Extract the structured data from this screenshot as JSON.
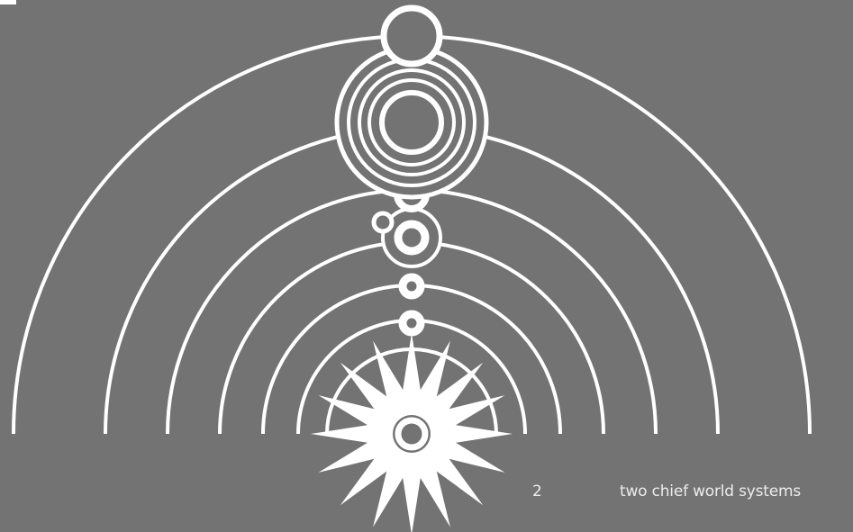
{
  "slide": {
    "page_number": "2",
    "title": "two chief world systems",
    "colors": {
      "background": "#737373",
      "foreground": "#ffffff"
    }
  },
  "illustration": {
    "description_icons": [
      "sun-icon",
      "planet-icon",
      "moon-icon",
      "saturn-rings-icon"
    ],
    "orbit_count": 7
  }
}
